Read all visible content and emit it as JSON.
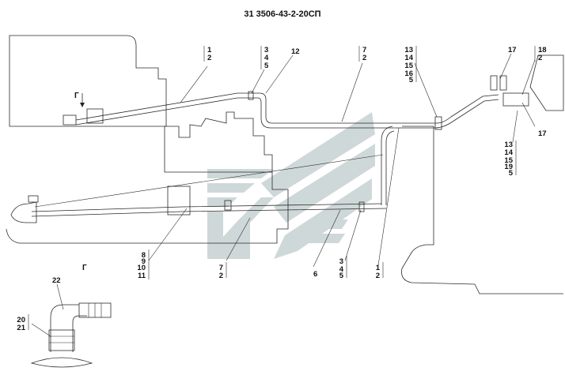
{
  "title": "31 3506-43-2-20СП",
  "view_marker": "Г",
  "view_label": "Г",
  "callouts": {
    "c1": [
      "1",
      "2"
    ],
    "c2": [
      "3",
      "4",
      "5"
    ],
    "c3": [
      "12"
    ],
    "c4": [
      "7",
      "2"
    ],
    "c5": [
      "13",
      "14",
      "15",
      "16",
      "5"
    ],
    "c6": [
      "17"
    ],
    "c7": [
      "18",
      "2"
    ],
    "c8": [
      "17"
    ],
    "c9": [
      "13",
      "14",
      "15",
      "19",
      "5"
    ],
    "c10": [
      "8",
      "9",
      "10",
      "11"
    ],
    "c11": [
      "7",
      "2"
    ],
    "c12": [
      "6"
    ],
    "c13": [
      "3",
      "4",
      "5"
    ],
    "c14": [
      "1",
      "2"
    ],
    "c15": [
      "22"
    ],
    "c16": [
      "20",
      "21"
    ]
  }
}
